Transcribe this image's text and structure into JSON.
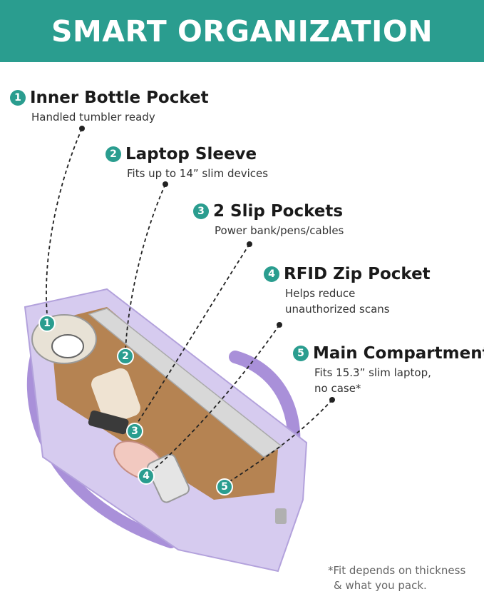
{
  "banner": {
    "title": "SMART ORGANIZATION"
  },
  "callouts": [
    {
      "number": "1",
      "title": "Inner Bottle Pocket",
      "subtitle": "Handled tumbler ready"
    },
    {
      "number": "2",
      "title": "Laptop Sleeve",
      "subtitle": "Fits up to 14”  slim devices"
    },
    {
      "number": "3",
      "title": "2 Slip Pockets",
      "subtitle": "Power bank/pens/cables"
    },
    {
      "number": "4",
      "title": "RFID Zip Pocket",
      "subtitle_line1": "Helps reduce",
      "subtitle_line2": "unauthorized scans"
    },
    {
      "number": "5",
      "title": "Main Compartment",
      "subtitle_line1": "Fits 15.3”  slim laptop,",
      "subtitle_line2": "no case*"
    }
  ],
  "markers": [
    "1",
    "2",
    "3",
    "4",
    "5"
  ],
  "footnote": {
    "line1": "*Fit depends on thickness",
    "line2": "& what you pack."
  },
  "colors": {
    "accent": "#2a9d8f",
    "bag": "#c7b8e8",
    "lining": "#a87a4e"
  }
}
